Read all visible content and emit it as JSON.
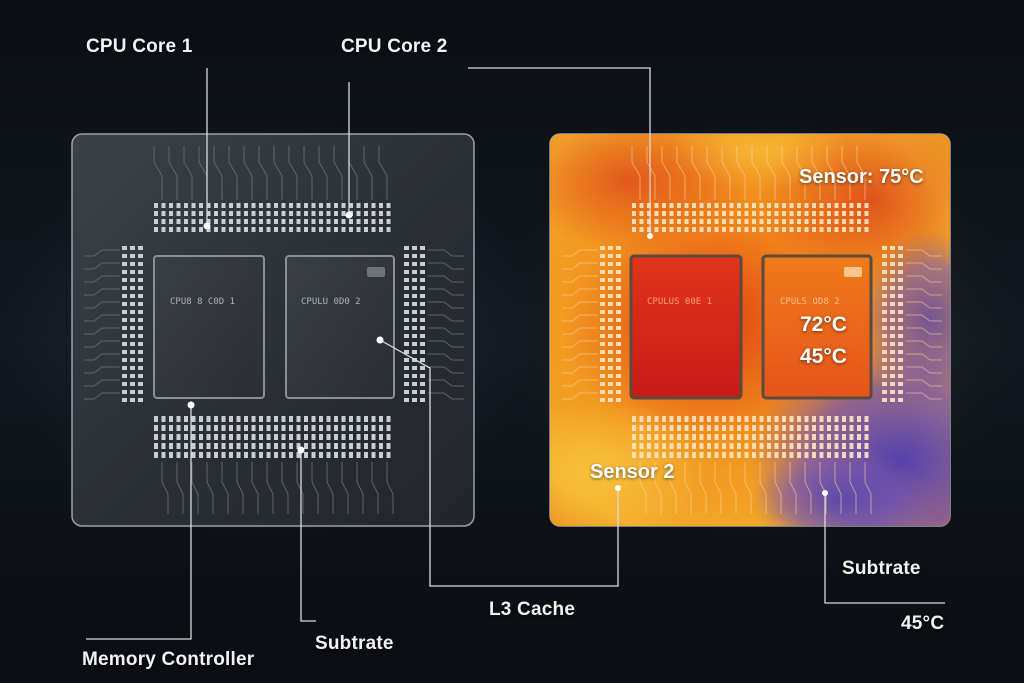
{
  "labels": {
    "cpu_core_1": "CPU Core 1",
    "cpu_core_2": "CPU Core 2",
    "memory_controller": "Memory Controller",
    "subtrate_left": "Subtrate",
    "l3_cache": "L3 Cache",
    "subtrate_right": "Subtrate",
    "temp_bottom_right": "45°C"
  },
  "left_chip": {
    "die1_title": "CPU8 8 C0D 1",
    "die2_title": "CPULU 0D0 2"
  },
  "right_chip": {
    "sensor_top": "Sensor: 75°C",
    "sensor_2": "Sensor 2",
    "core2_temp_high": "72°C",
    "core2_temp_low": "45°C",
    "die1_title": "CPULUS 00E 1",
    "die2_title": "CPULS OD8 2"
  },
  "colors": {
    "background": "#0d1116",
    "leader_line": "#d9d9d9",
    "heat_hot": "#d9261a",
    "heat_warm": "#f39a1e",
    "heat_cool": "#5848b8"
  }
}
